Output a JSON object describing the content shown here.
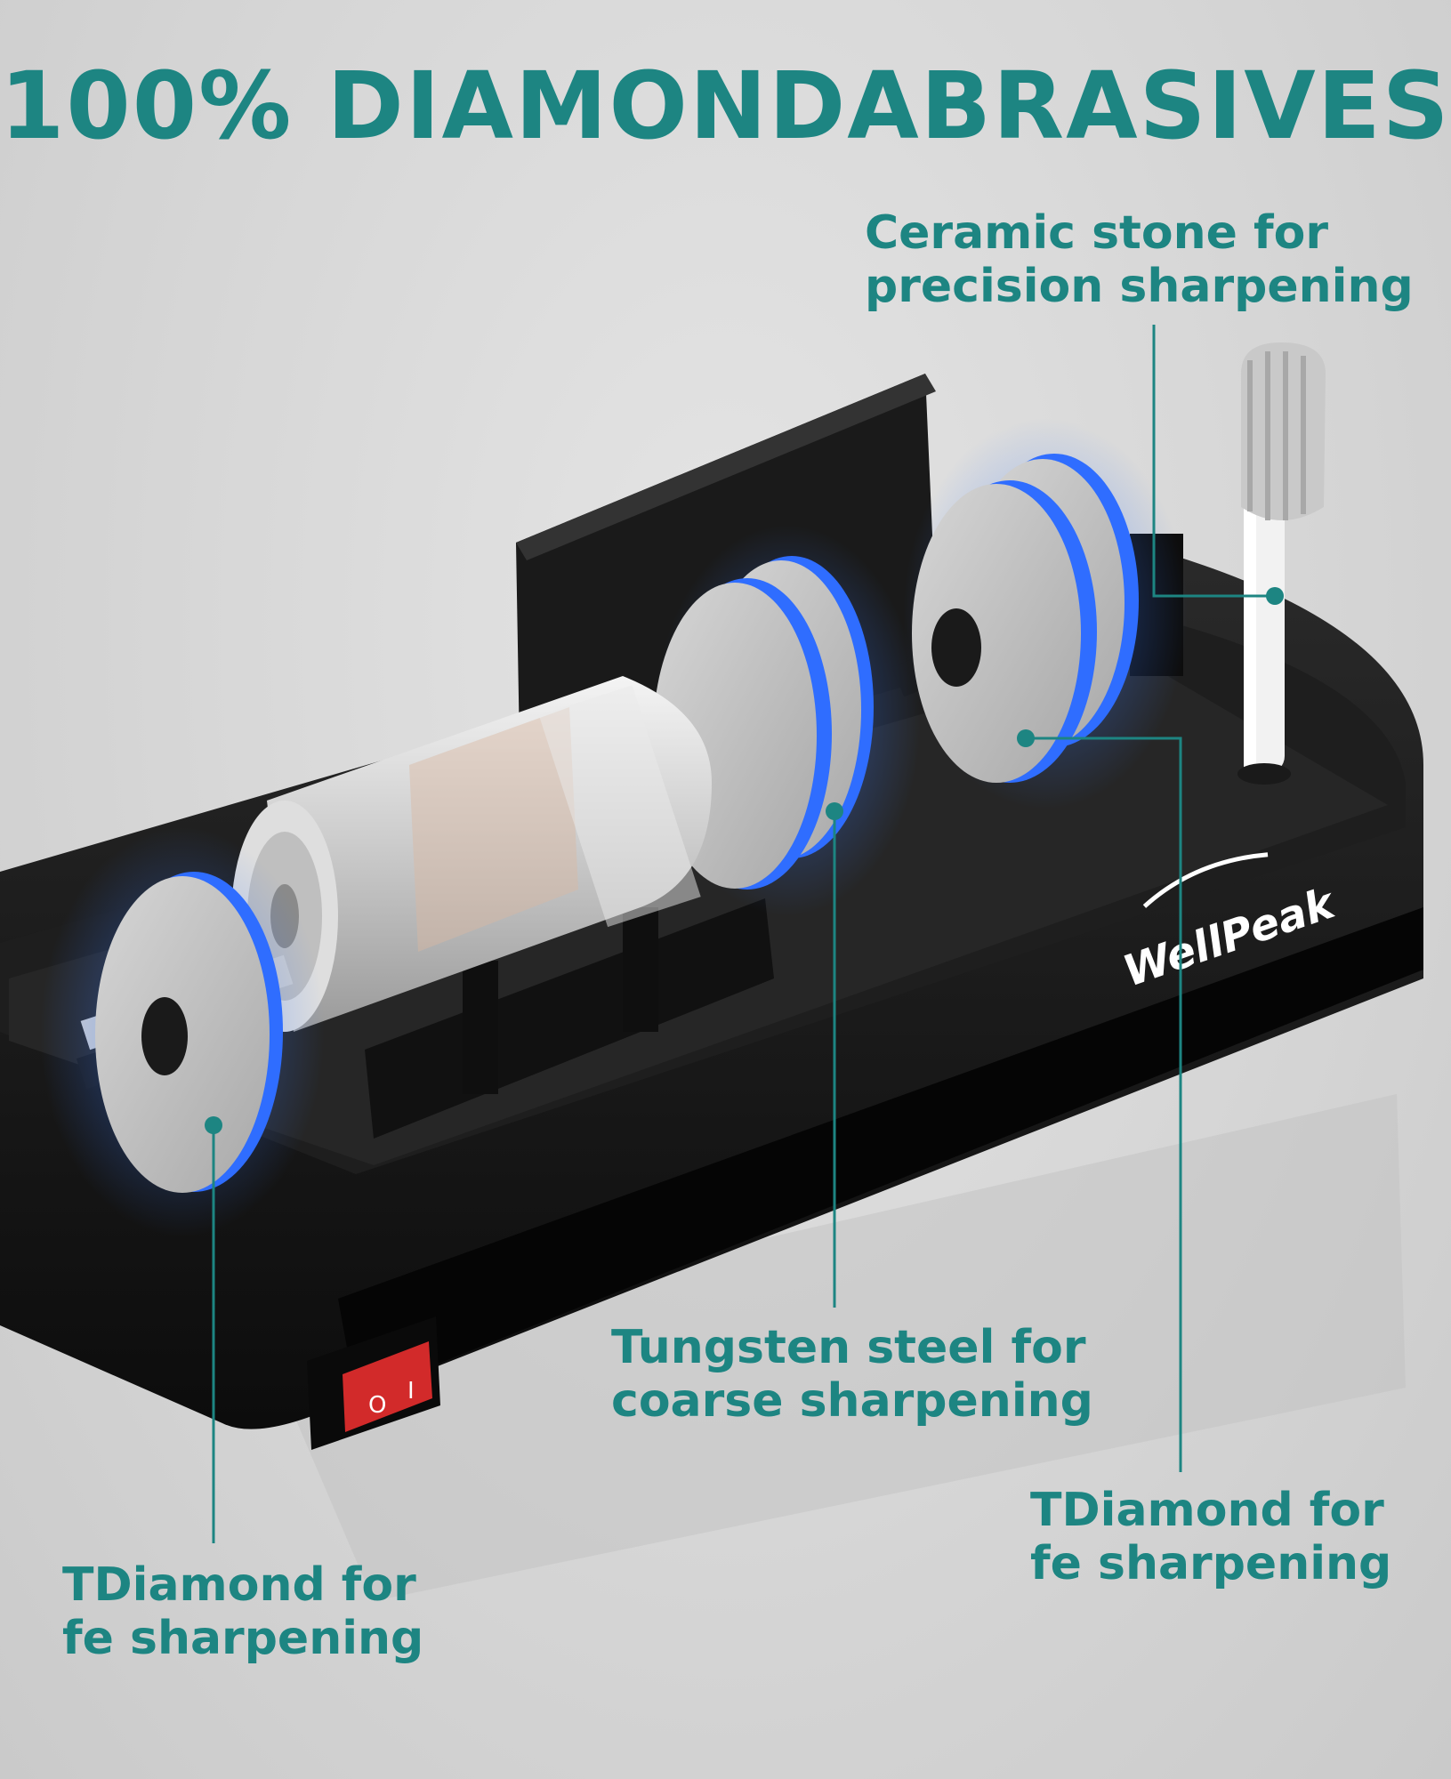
{
  "headline": "100% DIAMONDABRASIVES",
  "brand": "WellPeak",
  "colors": {
    "accent": "#1d8582",
    "glow": "#2f6dff",
    "body": "#141414",
    "switch": "#d22a2a",
    "background": "#d8d8d8"
  },
  "callouts": {
    "ceramic": {
      "line1": "Ceramic stone for",
      "line2": "precision sharpening"
    },
    "tungsten": {
      "line1": "Tungsten steel for",
      "line2": "coarse sharpening"
    },
    "diamond_right": {
      "line1": "TDiamond for",
      "line2": "fe sharpening"
    },
    "diamond_left": {
      "line1": "TDiamond for",
      "line2": "fe sharpening"
    }
  },
  "switch": {
    "off_symbol": "O",
    "on_symbol": "I"
  }
}
